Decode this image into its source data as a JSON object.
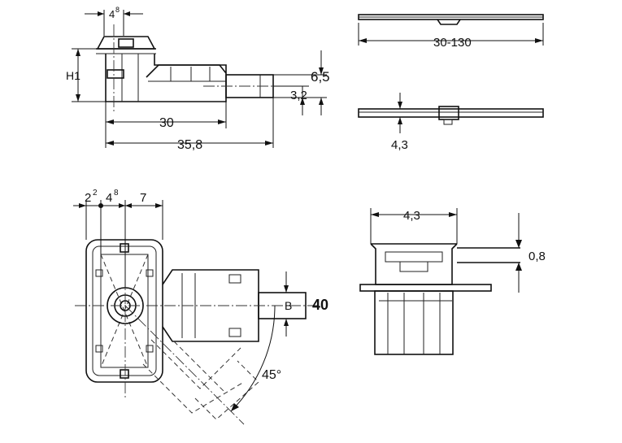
{
  "dimensions": {
    "top_left": {
      "d1": "4",
      "d1_sup": "8",
      "h1": "H1",
      "d_65": "6,5",
      "d_32": "3,2",
      "d_30": "30",
      "d_358": "35,8"
    },
    "top_right": {
      "length": "30-130",
      "thickness": "4,3"
    },
    "bottom_left": {
      "d_2": "2",
      "d_2_sup": "2",
      "d_4": "4",
      "d_4_sup": "8",
      "d_7": "7",
      "b_label": "B",
      "b_value": "40",
      "angle": "45°"
    },
    "bottom_right": {
      "width": "4,3",
      "d_08": "0,8"
    }
  }
}
